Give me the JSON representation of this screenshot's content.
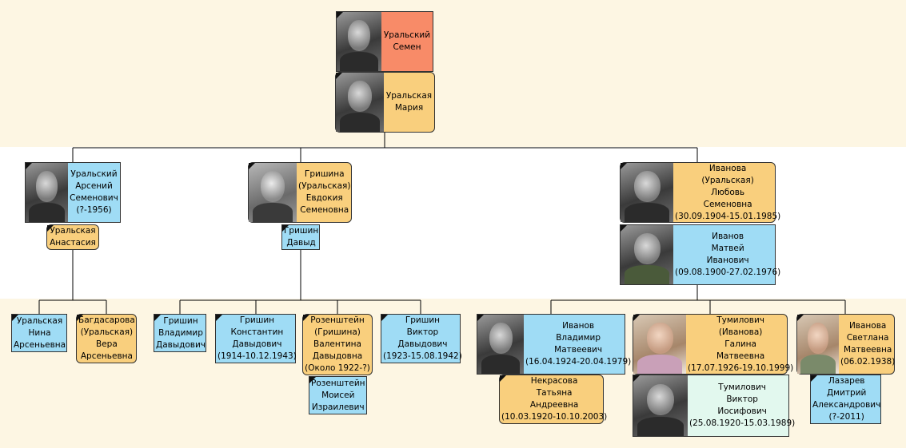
{
  "colors": {
    "male": "#9fdcf5",
    "female": "#f9cf7d",
    "root": "#f88b68",
    "spouse_alt": "#e2f8ee",
    "background": "#fdf6e3"
  },
  "people": {
    "semen": {
      "lines": [
        "Уральский",
        "Семен"
      ],
      "photo": "portrait-photo"
    },
    "maria": {
      "lines": [
        "Уральская",
        "Мария"
      ],
      "photo": "portrait-photo"
    },
    "arseny": {
      "lines": [
        "Уральский",
        "Арсений",
        "Семенович",
        "(?-1956)"
      ],
      "photo": "portrait-photo"
    },
    "anastasia": {
      "lines": [
        "Уральская",
        "Анастасия"
      ]
    },
    "evdokia": {
      "lines": [
        "Гришина",
        "(Уральская)",
        "Евдокия",
        "Семеновна"
      ],
      "photo": "portrait-photo"
    },
    "david": {
      "lines": [
        "Гришин",
        "Давыд"
      ]
    },
    "lyubov": {
      "lines": [
        "Иванова",
        "(Уральская)",
        "Любовь",
        "Семеновна",
        "(30.09.1904-15.01.1985)"
      ],
      "photo": "portrait-photo"
    },
    "matvey": {
      "lines": [
        "Иванов",
        "Матвей",
        "Иванович",
        "(09.08.1900-27.02.1976)"
      ],
      "photo": "portrait-photo"
    },
    "nina": {
      "lines": [
        "Уральская",
        "Нина",
        "Арсеньевна"
      ]
    },
    "vera": {
      "lines": [
        "Багдасарова",
        "(Уральская)",
        "Вера",
        "Арсеньевна"
      ]
    },
    "vladimir_g": {
      "lines": [
        "Гришин",
        "Владимир",
        "Давыдович"
      ]
    },
    "konstantin": {
      "lines": [
        "Гришин",
        "Константин",
        "Давыдович",
        "(1914-10.12.1943)"
      ]
    },
    "valentina": {
      "lines": [
        "Розенштейн",
        "(Гришина)",
        "Валентина",
        "Давыдовна",
        "(Около 1922-?)"
      ]
    },
    "moisey": {
      "lines": [
        "Розенштейн",
        "Моисей",
        "Израилевич"
      ]
    },
    "viktor_g": {
      "lines": [
        "Гришин",
        "Виктор",
        "Давыдович",
        "(1923-15.08.1942)"
      ]
    },
    "vladimir_i": {
      "lines": [
        "Иванов",
        "Владимир",
        "Матвеевич",
        "(16.04.1924-20.04.1979)"
      ],
      "photo": "portrait-photo"
    },
    "tatiana": {
      "lines": [
        "Некрасова",
        "Татьяна",
        "Андреевна",
        "(10.03.1920-10.10.2003)"
      ]
    },
    "galina": {
      "lines": [
        "Тумилович",
        "(Иванова)",
        "Галина",
        "Матвеевна",
        "(17.07.1926-19.10.1999)"
      ],
      "photo": "portrait-photo"
    },
    "viktor_t": {
      "lines": [
        "Тумилович",
        "Виктор",
        "Иосифович",
        "(25.08.1920-15.03.1989)"
      ],
      "photo": "portrait-photo"
    },
    "svetlana": {
      "lines": [
        "Иванова",
        "Светлана",
        "Матвеевна",
        "(06.02.1938)"
      ],
      "photo": "portrait-photo"
    },
    "dmitry": {
      "lines": [
        "Лазарев",
        "Дмитрий",
        "Александрович",
        "(?-2011)"
      ]
    }
  }
}
